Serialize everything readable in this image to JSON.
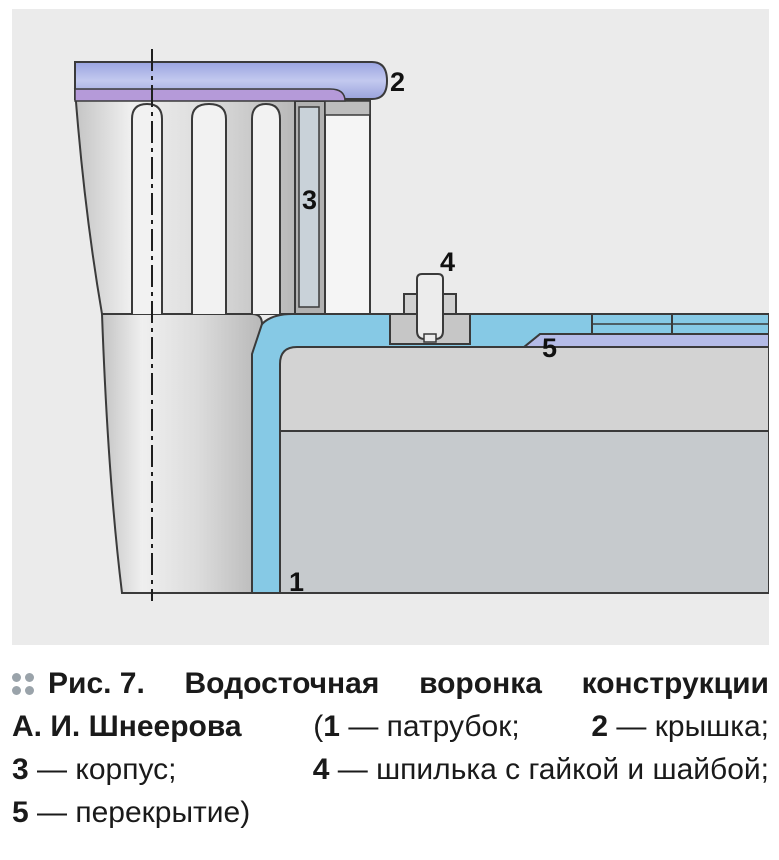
{
  "figure": {
    "colors": {
      "background": "#ebebeb",
      "metal": "#d6d6d6",
      "metal_dark": "#a9a9a9",
      "pipe_blue": "#83c8e4",
      "lid_lavender": "#b3b9e6",
      "roof_violet": "#b39bd9",
      "concrete": "#d4d4d4",
      "floor_grey": "#c7cbcf",
      "outline": "#3a3a3a"
    },
    "labels": {
      "l1": "1",
      "l2": "2",
      "l3": "3",
      "l4": "4",
      "l5": "5"
    }
  },
  "caption": {
    "bullet_icon": "dots-icon",
    "fig_number": "Рис. 7.",
    "line1_words": [
      "Водосточная",
      "воронка",
      "конструкции"
    ],
    "line2_author": "А. И. Шнеерова",
    "line2_open": "(",
    "item1_num": "1",
    "item1_text": "— патрубок;",
    "item2_num": "2",
    "item2_text": "— крышка;",
    "item3_num": "3",
    "item3_text": "— корпус;",
    "item4_num": "4",
    "item4_text": "— шпилька с гайкой и шайбой;",
    "item5_num": "5",
    "item5_text": "— перекрытие)"
  }
}
